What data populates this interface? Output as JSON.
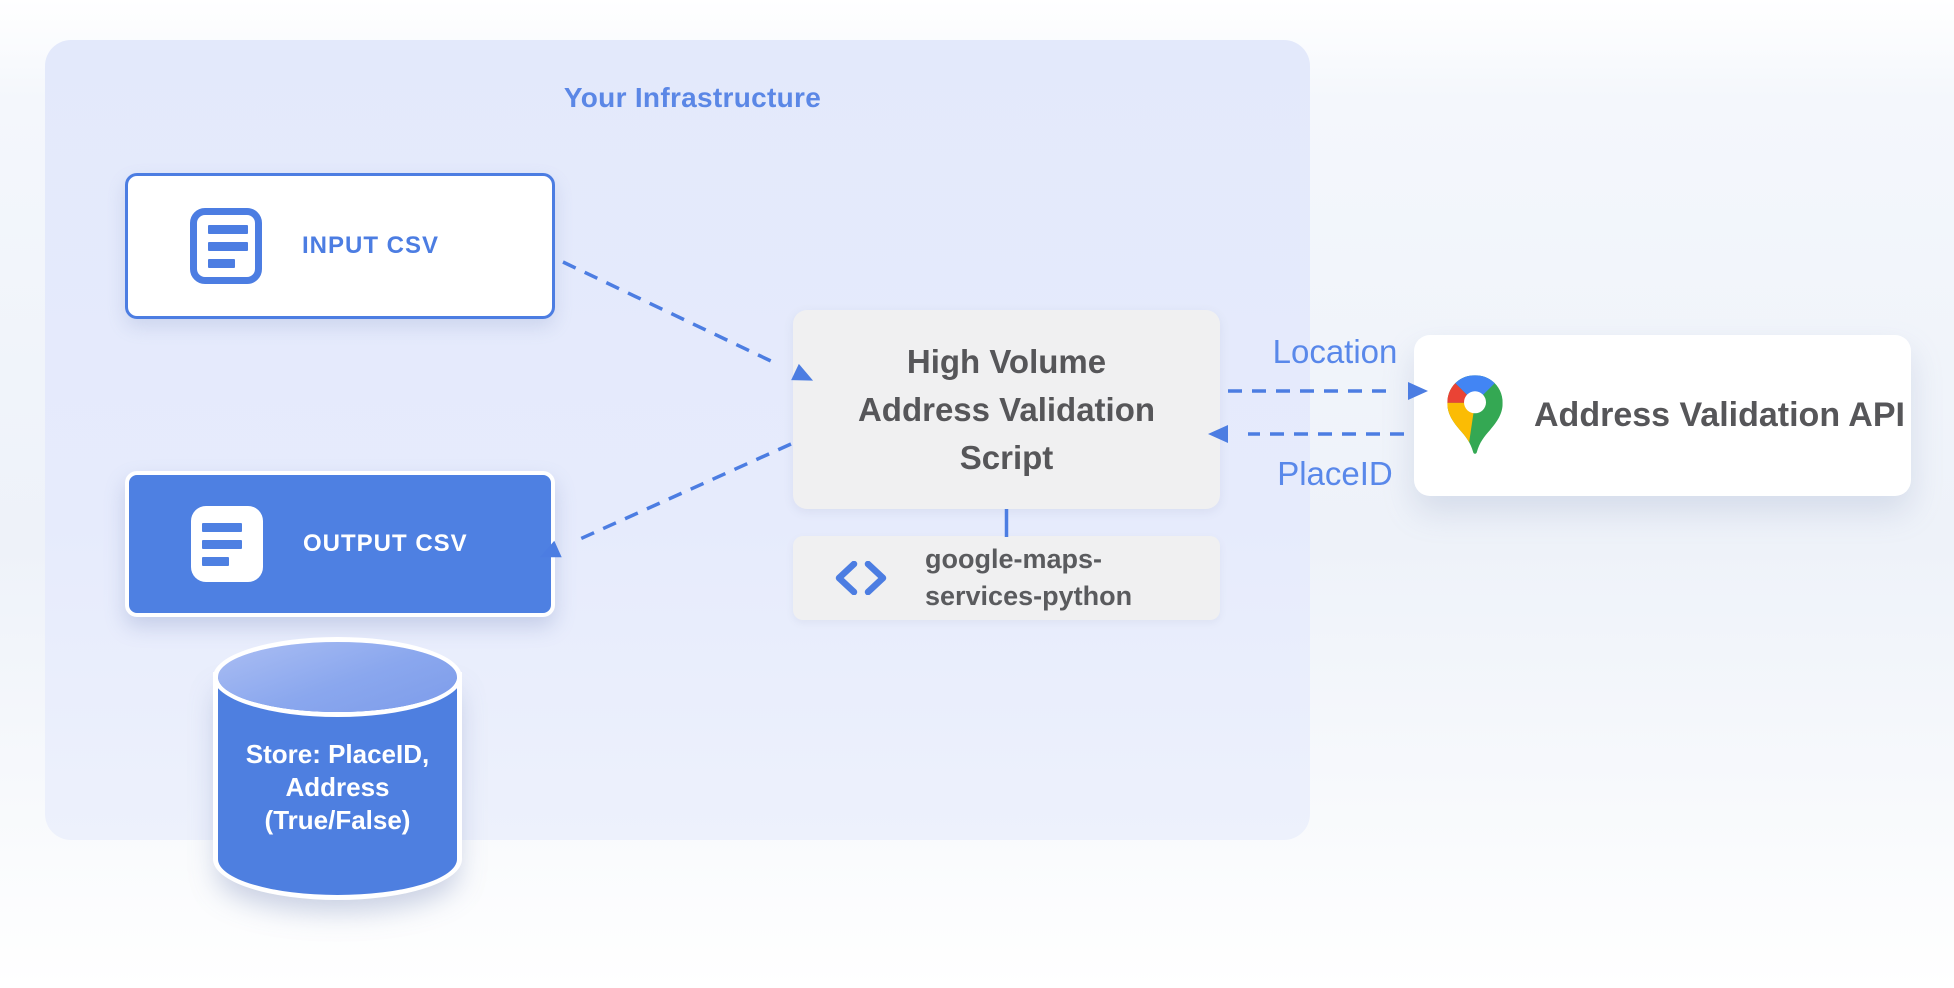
{
  "colors": {
    "accent_blue": "#4c7de2",
    "box_blue": "#4e80e2",
    "panel_bg": "#e4eafb",
    "gray_box": "#f0f0f1",
    "dark_text": "#565659",
    "label_blue": "#5988ea",
    "pin_blue": "#4285f4",
    "pin_red": "#ea4335",
    "pin_yellow": "#fbbc04",
    "pin_green": "#34a853"
  },
  "infrastructure": {
    "title": "Your Infrastructure"
  },
  "nodes": {
    "input_csv": {
      "label": "INPUT CSV"
    },
    "output_csv": {
      "label": "OUTPUT CSV"
    },
    "datastore": {
      "line1": "Store: PlaceID,",
      "line2": "Address",
      "line3": "(True/False)"
    },
    "script": {
      "line1": "High Volume",
      "line2": "Address Validation",
      "line3": "Script"
    },
    "library": {
      "line1": "google-maps-",
      "line2": "services-python"
    },
    "api": {
      "label": "Address Validation API"
    }
  },
  "arrows": {
    "location_label": "Location",
    "placeid_label": "PlaceID"
  }
}
